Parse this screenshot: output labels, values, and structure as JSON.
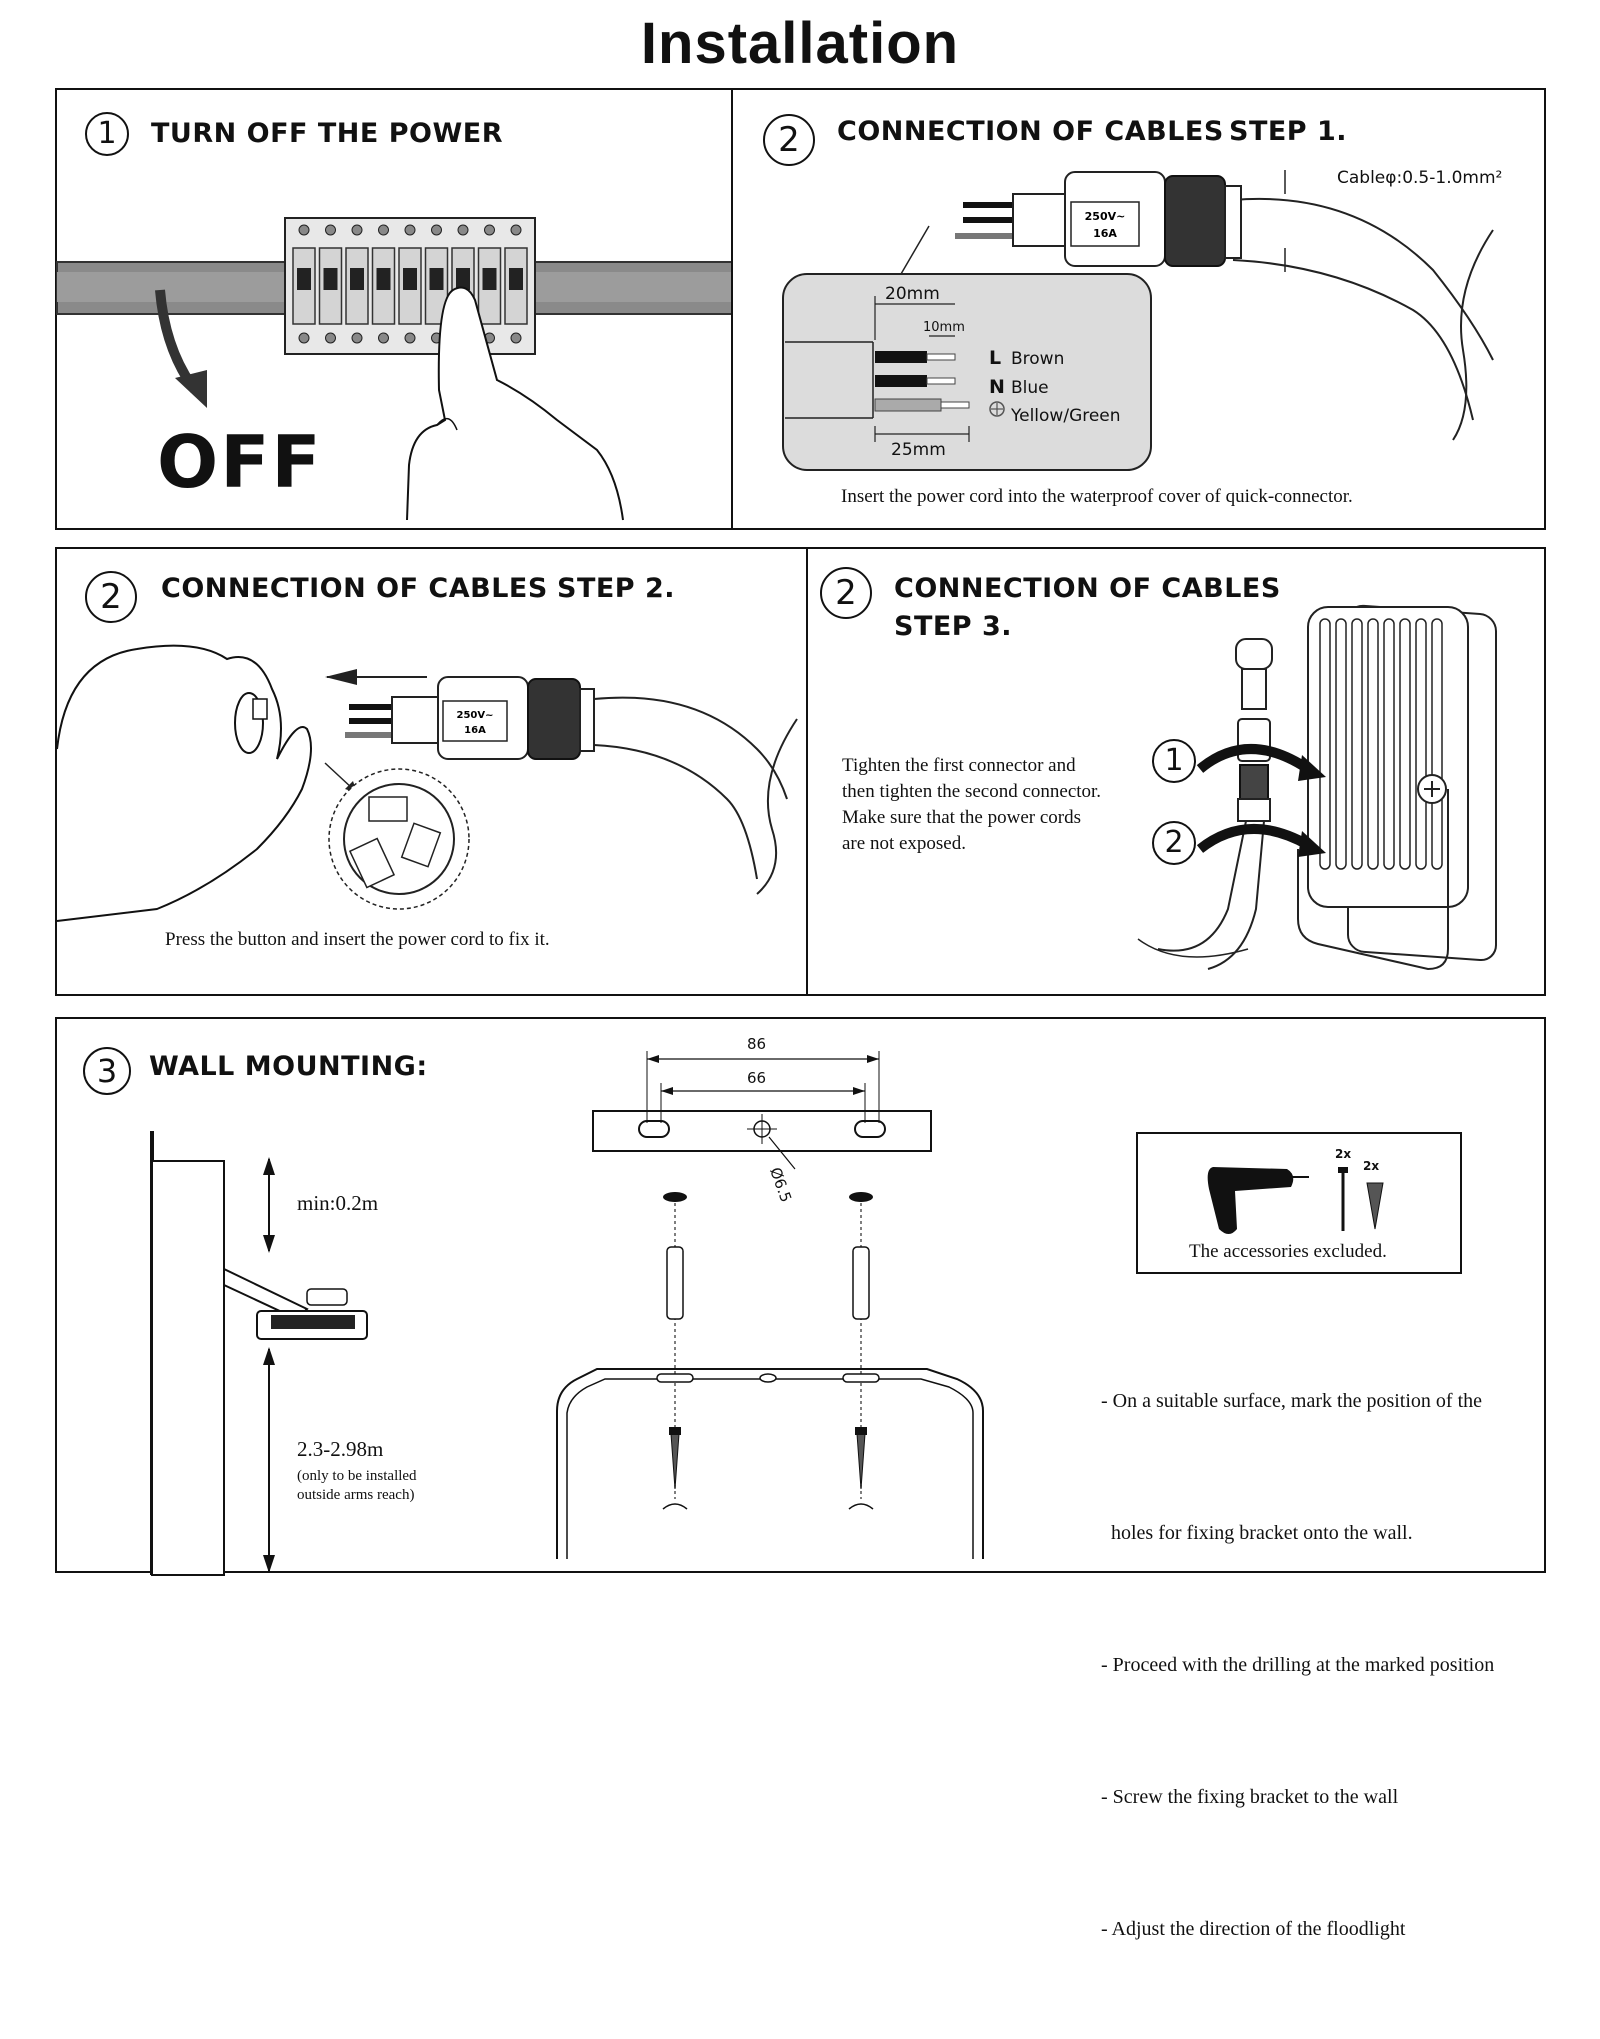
{
  "page_title": "Installation",
  "panel1": {
    "number": "1",
    "heading": "TURN OFF THE POWER",
    "off_label": "OFF"
  },
  "panel2": {
    "number": "2",
    "heading": "CONNECTION OF CABLES",
    "step": "STEP 1.",
    "cable_spec": "Cableφ:0.5-1.0mm²",
    "rating_line1": "250V~",
    "rating_line2": "16A",
    "dim_20": "20mm",
    "dim_10": "10mm",
    "dim_25": "25mm",
    "wires": [
      {
        "code": "L",
        "name": "Brown"
      },
      {
        "code": "N",
        "name": "Blue"
      },
      {
        "code": "",
        "name": "Yellow/Green"
      }
    ],
    "caption": "Insert the power cord into the waterproof cover of quick-connector."
  },
  "panel3": {
    "number": "2",
    "heading": "CONNECTION OF CABLES",
    "step": "STEP 2.",
    "rating_line1": "250V~",
    "rating_line2": "16A",
    "caption": "Press the button and insert the power cord to fix it."
  },
  "panel4": {
    "number": "2",
    "heading": "CONNECTION OF CABLES",
    "step": "STEP 3.",
    "instructions": [
      "Tighten the first connector and",
      "then tighten the second connector.",
      "Make sure that the power cords",
      "are not  exposed."
    ],
    "marker1": "1",
    "marker2": "2"
  },
  "panel5": {
    "number": "3",
    "heading": "WALL MOUNTING:",
    "min_height": "min:0.2m",
    "mount_height": "2.3-2.98m",
    "mount_note_1": "(only to be installed",
    "mount_note_2": "outside arms reach)",
    "dim_86": "86",
    "dim_66": "66",
    "hole_dia": "Ø6.5",
    "qty_a": "2x",
    "qty_b": "2x",
    "accessories_note": "The accessories excluded.",
    "steps": [
      "- On a suitable surface, mark the position of the",
      "  holes for fixing bracket onto the wall.",
      "- Proceed with the drilling at the marked position",
      "- Screw the fixing bracket to the wall",
      "- Adjust the direction of the floodlight"
    ]
  }
}
